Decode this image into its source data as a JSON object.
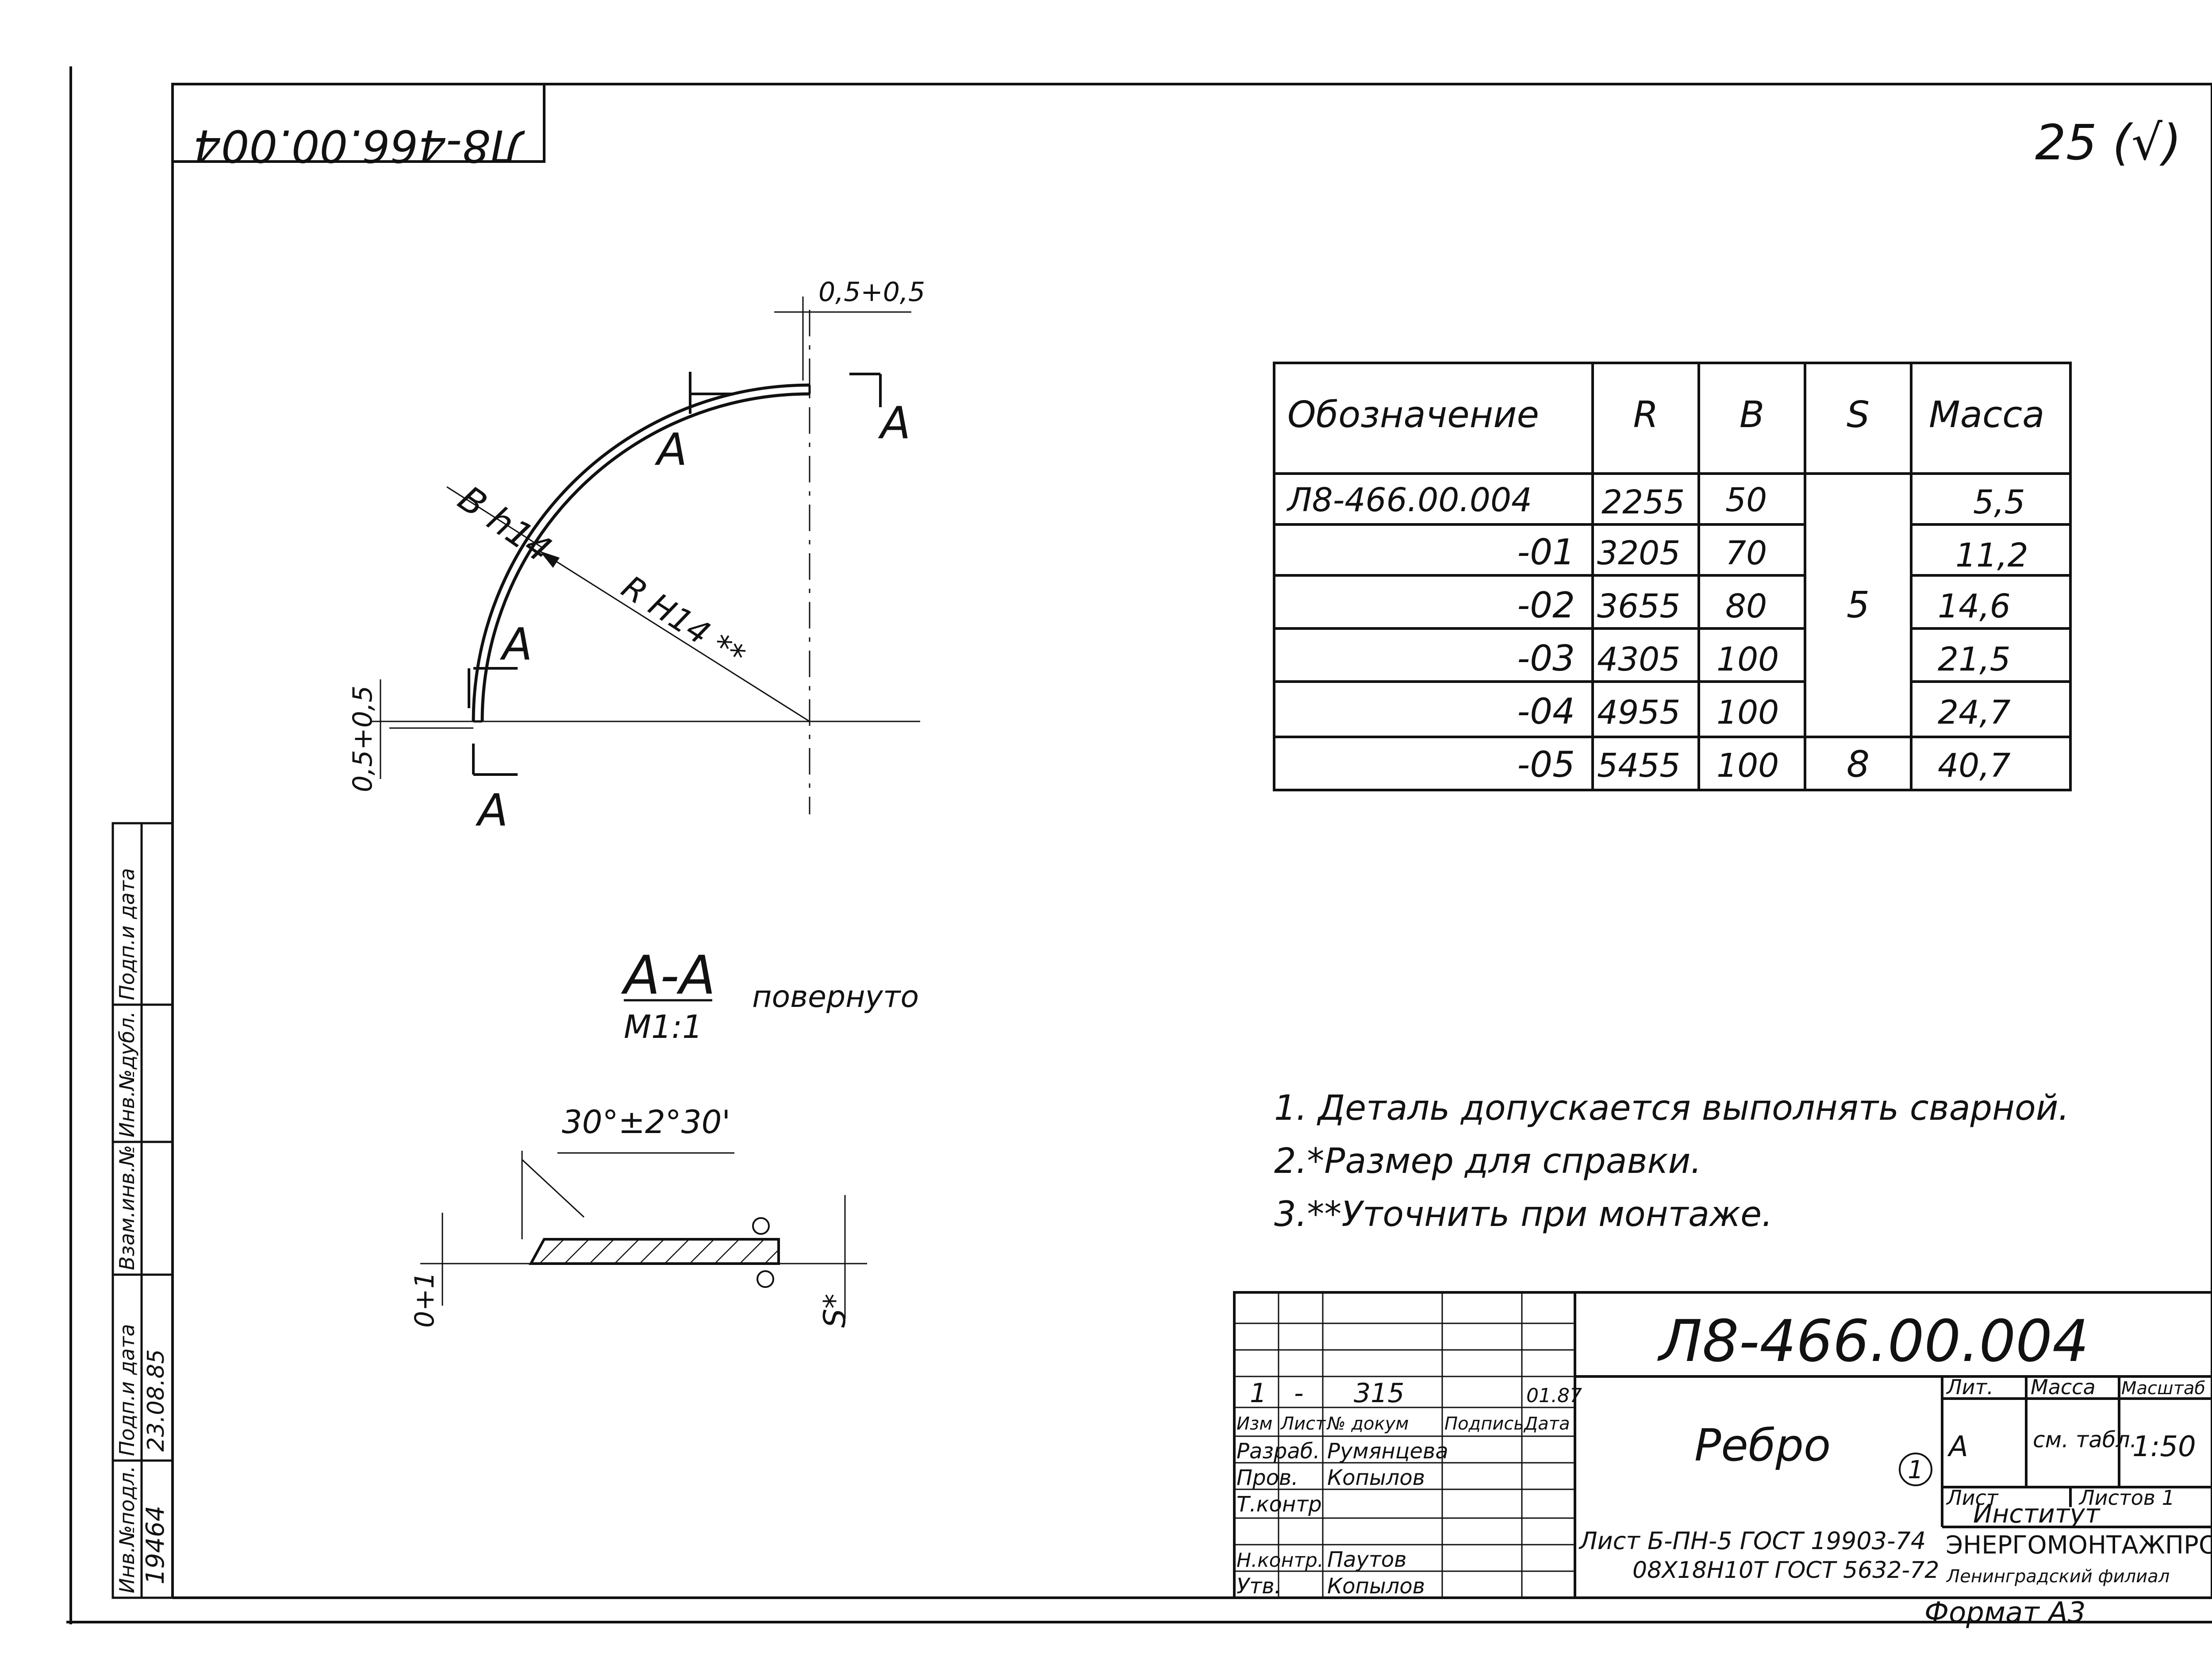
{
  "drawing_number_stamp": "Л8-466.00.004",
  "roughness_mark": "25 (√)",
  "view": {
    "dim_top_gap": "0,5+0,5",
    "dim_left_gap": "0,5+0,5",
    "dim_width": "B h14",
    "dim_radius": "R H14 **",
    "section_letter": "А"
  },
  "section": {
    "title": "А-А",
    "scale": "M1:1",
    "note": "повернуто",
    "angle": "30°±2°30'",
    "dim_left": "0+1",
    "dim_right": "S*"
  },
  "table": {
    "headers": [
      "Обозначение",
      "R",
      "B",
      "S",
      "Масса"
    ],
    "rows": [
      {
        "designation": "Л8-466.00.004",
        "R": "2255",
        "B": "50",
        "mass": "5,5"
      },
      {
        "designation": "-01",
        "R": "3205",
        "B": "70",
        "mass": "11,2"
      },
      {
        "designation": "-02",
        "R": "3655",
        "B": "80",
        "mass": "14,6"
      },
      {
        "designation": "-03",
        "R": "4305",
        "B": "100",
        "mass": "21,5"
      },
      {
        "designation": "-04",
        "R": "4955",
        "B": "100",
        "mass": "24,7"
      },
      {
        "designation": "-05",
        "R": "5455",
        "B": "100",
        "mass": "40,7"
      }
    ],
    "s_values": [
      "5",
      "8"
    ]
  },
  "notes": [
    "1. Деталь допускается выполнять сварной.",
    "2.*Размер для справки.",
    "3.**Уточнить при монтаже."
  ],
  "title_block": {
    "drawing_number": "Л8-466.00.004",
    "part_name": "Ребро",
    "change_row": [
      "1",
      "-",
      "315",
      "",
      "01.87"
    ],
    "col_headers": [
      "Изм",
      "Лист",
      "№ докум",
      "Подпись",
      "Дата"
    ],
    "roles": [
      {
        "role": "Разраб.",
        "name": "Румянцева"
      },
      {
        "role": "Пров.",
        "name": "Копылов"
      },
      {
        "role": "Т.контр",
        "name": ""
      },
      {
        "role": "Н.контр.",
        "name": "Паутов"
      },
      {
        "role": "Утв.",
        "name": "Копылов"
      }
    ],
    "lit_label": "Лит.",
    "lit_value": "А",
    "mass_label": "Масса",
    "mass_value": "см. табл.",
    "scale_label": "Масштаб",
    "scale_value": "1:50",
    "sheet_label": "Лист",
    "sheets_label": "Листов 1",
    "circle_mark": "1",
    "material_line1": "Лист Б-ПН-5 ГОСТ 19903-74",
    "material_line2": "08Х18Н10Т ГОСТ 5632-72",
    "org_line1": "Институт",
    "org_line2": "ЭНЕРГОМОНТАЖПРОЕКТ",
    "org_line3": "Ленинградский филиал",
    "format": "Формат А3"
  },
  "side_stamp": {
    "inv_label": "Инв.№подл.",
    "inv_value": "19464",
    "sign_date_label": "Подп.и дата",
    "sign_date_value": "23.08.85",
    "replace_label": "Взам.инв.№",
    "dup_label": "Инв.№дубл.",
    "sign_date_label2": "Подп.и дата"
  }
}
